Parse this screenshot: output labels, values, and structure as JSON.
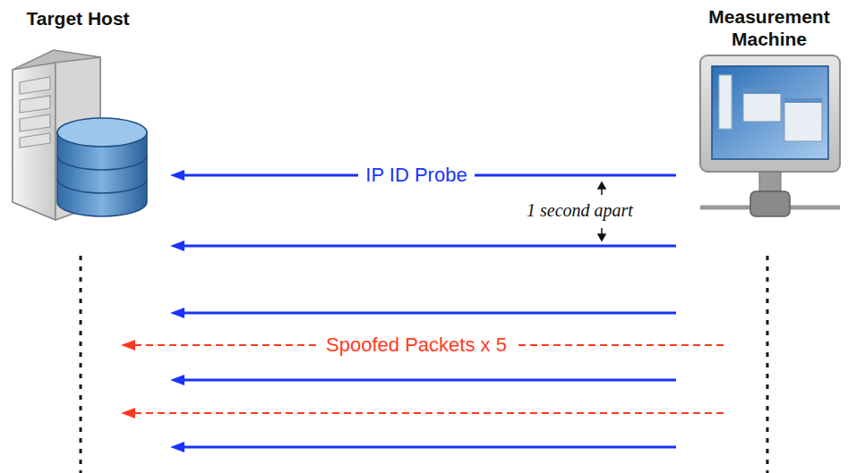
{
  "diagram": {
    "nodes": [
      {
        "text": [
          "Target Host"
        ]
      },
      {
        "text": [
          "Measurement Machine"
        ]
      }
    ],
    "edges": [
      {
        "from": 1,
        "to": 0,
        "arrow": "to",
        "label": "IP ID Probe"
      },
      {
        "from": 1,
        "to": 0,
        "arrow": "to"
      },
      {
        "from": 1,
        "to": 0,
        "arrow": "to"
      },
      {
        "from": 1,
        "to": 0,
        "arrow": "to",
        "label": "Spoofed Packets x 5"
      },
      {
        "from": 1,
        "to": 0,
        "arrow": "to"
      },
      {
        "from": 1,
        "to": 0,
        "arrow": "to"
      },
      {
        "from": 1,
        "to": 0,
        "arrow": "to"
      }
    ],
    "labels": [
      "1 second apart"
    ]
  }
}
